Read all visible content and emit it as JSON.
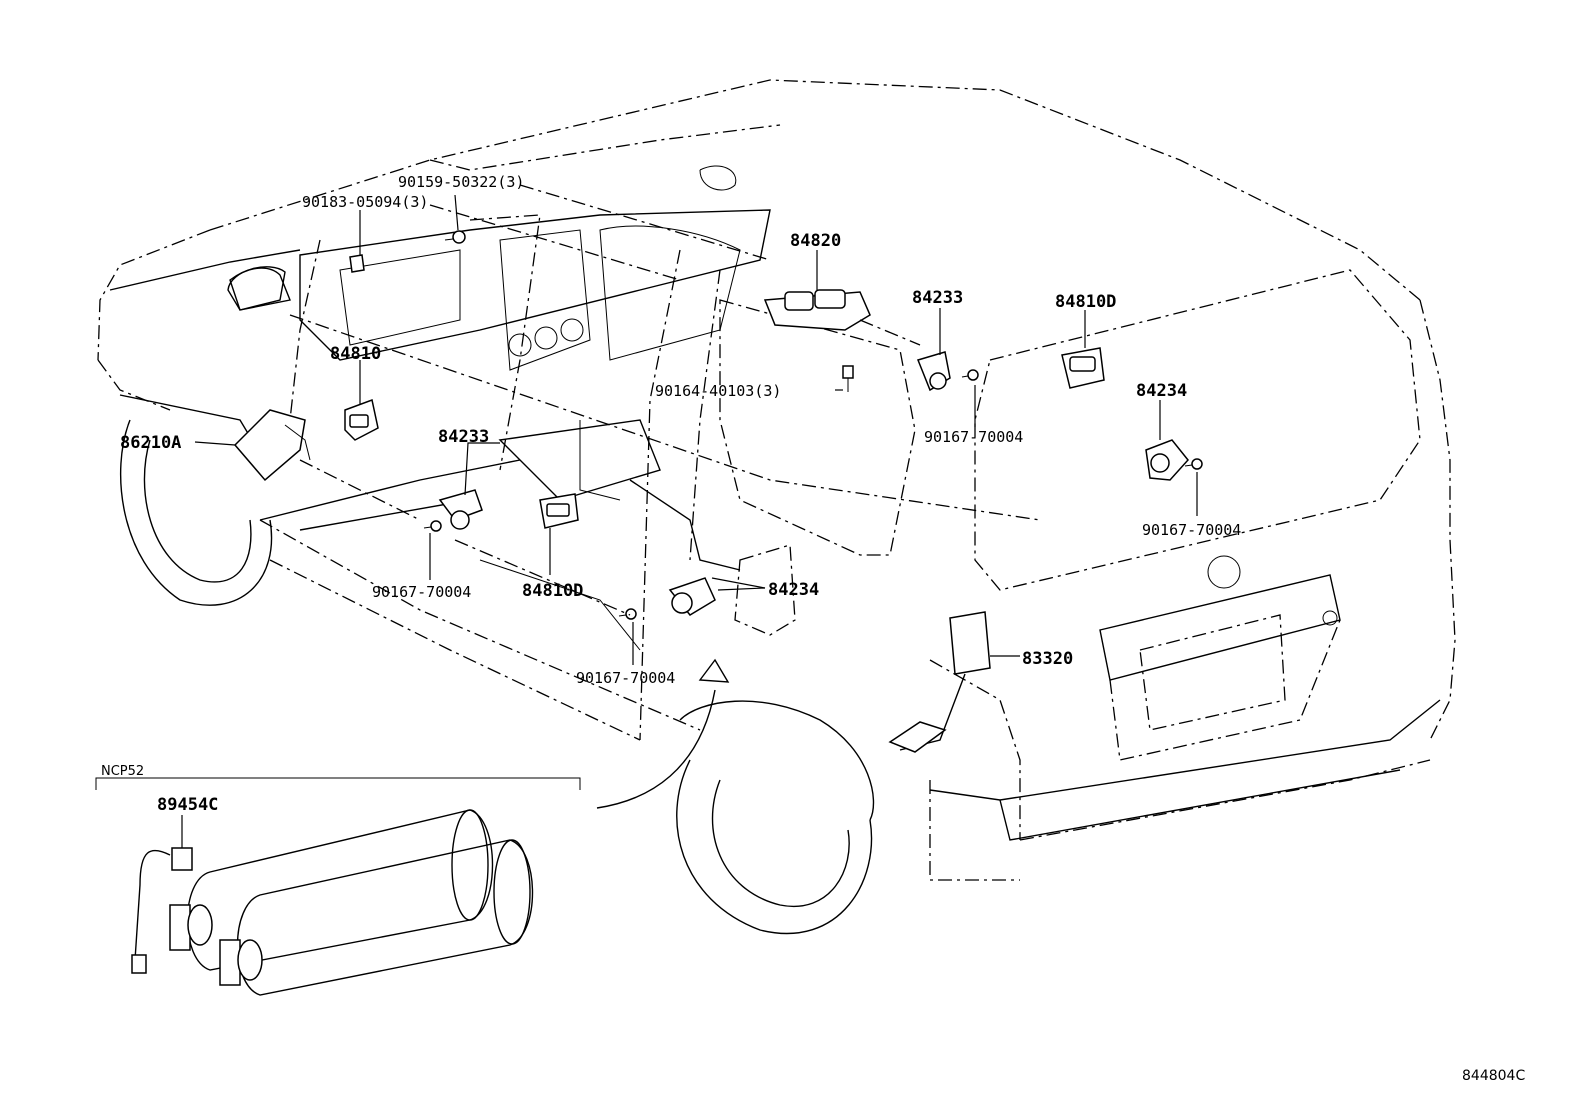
{
  "diagram_code": "844804C",
  "variant_label": "NCP52",
  "callouts": {
    "c_90159": "90159-50322(3)",
    "c_90183": "90183-05094(3)",
    "c_84820": "84820",
    "c_84233_a": "84233",
    "c_84810d_a": "84810D",
    "c_84234_a": "84234",
    "c_84810": "84810",
    "c_90164": "90164-40103(3)",
    "c_90167_a": "90167-70004",
    "c_86210a": "86210A",
    "c_84233_b": "84233",
    "c_90167_b": "90167-70004",
    "c_90167_c": "90167-70004",
    "c_84810d_b": "84810D",
    "c_84234_b": "84234",
    "c_90167_d": "90167-70004",
    "c_83320": "83320",
    "c_89454c": "89454C"
  }
}
